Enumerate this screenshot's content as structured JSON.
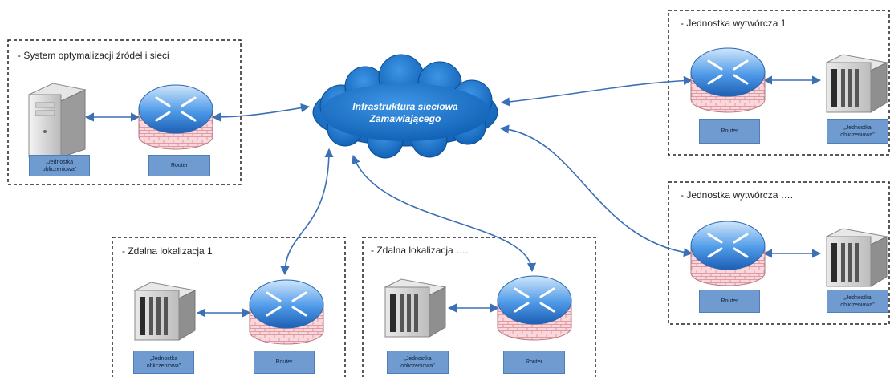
{
  "cloud": {
    "line1": "Infrastruktura sieciowa",
    "line2": "Zamawiającego"
  },
  "groups": {
    "system": {
      "title": "- System optymalizacji źródeł i sieci",
      "server_label": "„Jednostka obliczeniowa\"",
      "router_label": "Router"
    },
    "unit1": {
      "title": "- Jednostka wytwórcza 1",
      "router_label": "Router",
      "device_label": "„Jednostka obliczeniowa\""
    },
    "unitN": {
      "title": "- Jednostka wytwórcza ….",
      "router_label": "Router",
      "device_label": "„Jednostka obliczeniowa\""
    },
    "remote1": {
      "title": "- Zdalna lokalizacja 1",
      "device_label": "„Jednostka obliczeniowa\"",
      "router_label": "Router"
    },
    "remoteN": {
      "title": "- Zdalna lokalizacja ….",
      "device_label": "„Jednostka obliczeniowa\"",
      "router_label": "Router"
    }
  },
  "colors": {
    "cloud": "#1e74c9",
    "arrow": "#3b6fb6",
    "label_fill": "#6f9bd0",
    "border": "#222222"
  }
}
